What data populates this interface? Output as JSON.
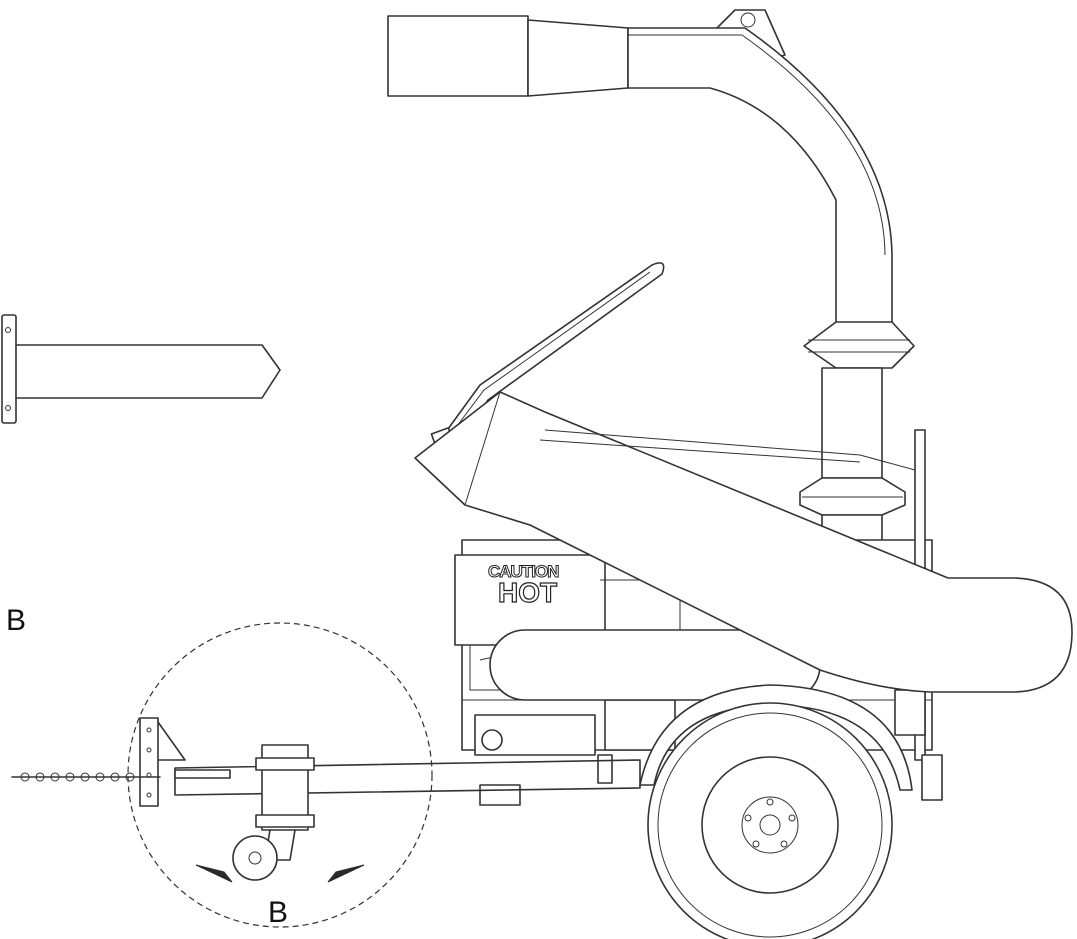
{
  "labels": {
    "detail_callout": "B",
    "detail_arrow_label": "B"
  },
  "decal": {
    "line1": "CAUTION",
    "line2": "HOT"
  },
  "colors": {
    "line": "#333333",
    "background": "#ffffff"
  }
}
